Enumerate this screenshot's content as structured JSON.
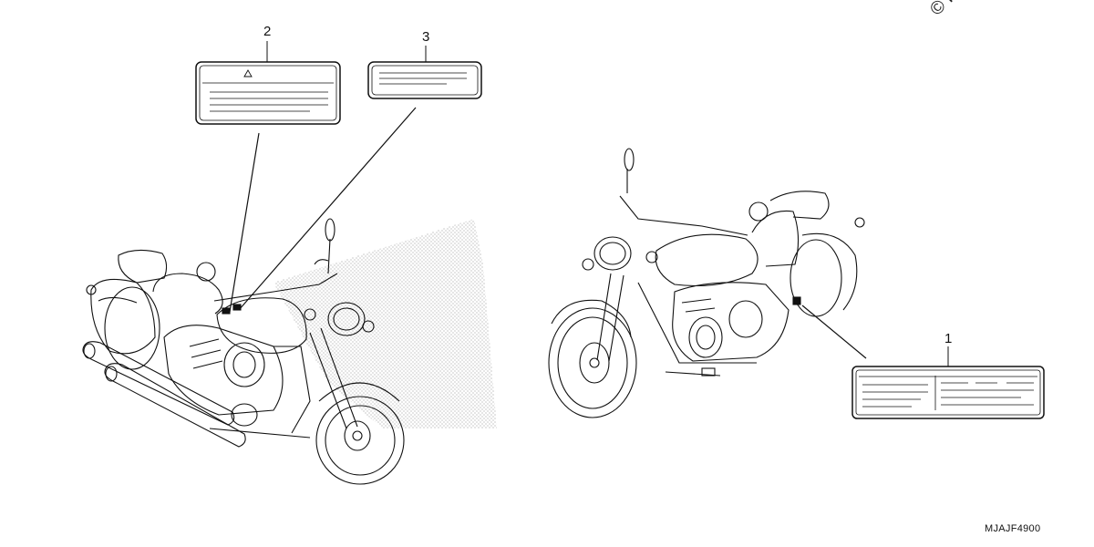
{
  "callouts": {
    "label_caution": "2",
    "label_info": "3",
    "label_vin": "1"
  },
  "diagram_code": "MJAJF4900",
  "watermark": "© Pa"
}
